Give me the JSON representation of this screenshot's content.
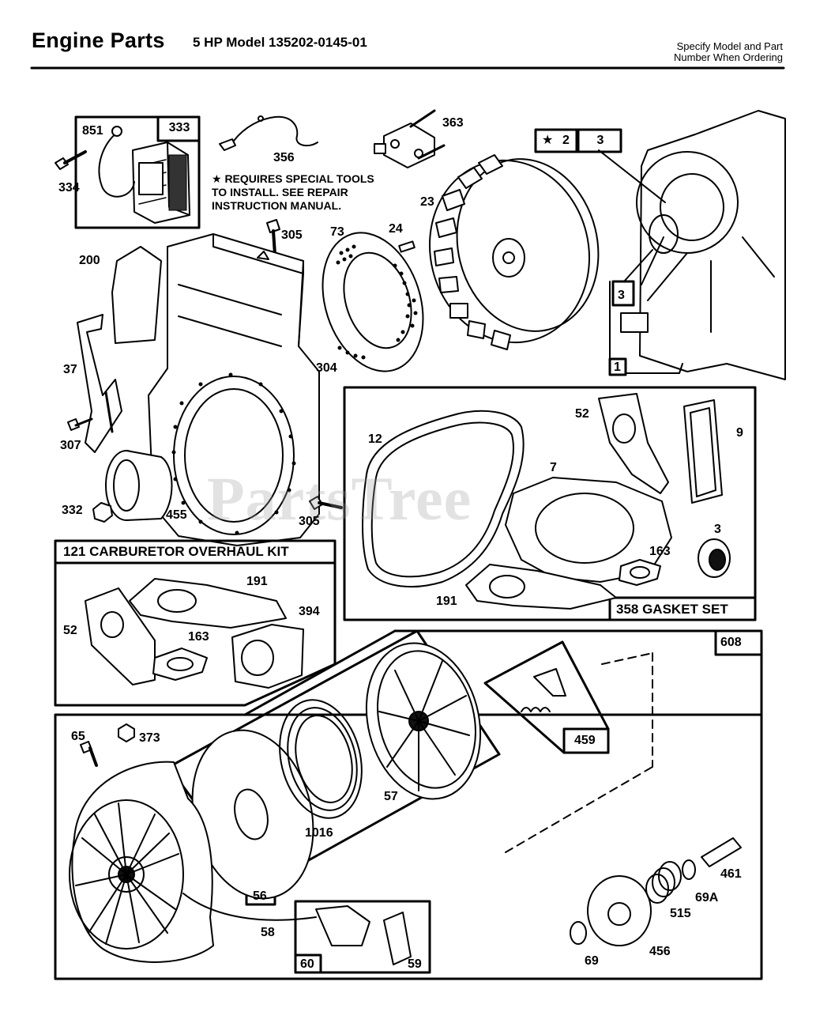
{
  "header": {
    "title": "Engine Parts",
    "subtitle": "5 HP Model 135202-0145-01",
    "order_line1": "Specify Model and Part",
    "order_line2": "Number When Ordering"
  },
  "watermark": "PartsTree",
  "note": {
    "line1": "★ REQUIRES SPECIAL TOOLS",
    "line2": "TO INSTALL.  SEE REPAIR",
    "line3": "INSTRUCTION MANUAL."
  },
  "kits": {
    "carburetor": "121 CARBURETOR OVERHAUL KIT",
    "gasket": "358 GASKET SET"
  },
  "boxes": {
    "b333": "333",
    "b851": "851",
    "star": "★",
    "b2": "2",
    "b3": "3",
    "b3b": "3",
    "b1": "1",
    "b608": "608",
    "b459": "459",
    "b56": "56",
    "b60": "60"
  },
  "labels": {
    "l334": "334",
    "l356": "356",
    "l363": "363",
    "l23": "23",
    "l305a": "305",
    "l73": "73",
    "l24": "24",
    "l200": "200",
    "l37": "37",
    "l307": "307",
    "l304": "304",
    "l332": "332",
    "l455": "455",
    "l305b": "305",
    "l12": "12",
    "l52a": "52",
    "l9": "9",
    "l7": "7",
    "l3": "3",
    "l163a": "163",
    "l191a": "191",
    "l191b": "191",
    "l394": "394",
    "l52b": "52",
    "l163b": "163",
    "l65": "65",
    "l373": "373",
    "l57": "57",
    "l1016": "1016",
    "l58": "58",
    "l59": "59",
    "l461": "461",
    "l69A": "69A",
    "l515": "515",
    "l69": "69",
    "l456": "456"
  }
}
